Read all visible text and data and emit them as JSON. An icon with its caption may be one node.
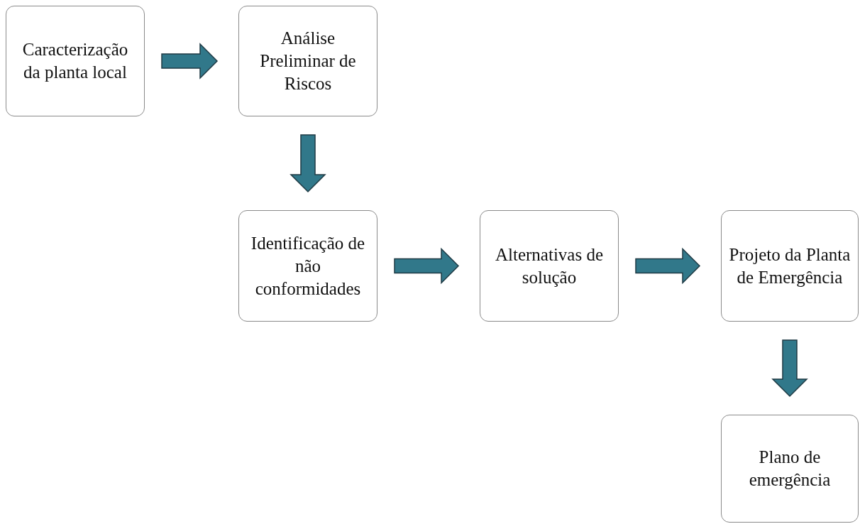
{
  "diagram": {
    "nodes": [
      {
        "text": [
          "Caracterização da planta local"
        ]
      },
      {
        "text": [
          "Análise Preliminar de Riscos"
        ]
      },
      {
        "text": [
          "Identificação de não conformidades"
        ]
      },
      {
        "text": [
          "Alternativas de solução"
        ]
      },
      {
        "text": [
          "Projeto da Planta de Emergência"
        ]
      },
      {
        "text": [
          "Plano de emergência"
        ]
      }
    ],
    "edges": [
      {
        "from": 0,
        "to": 1,
        "arrow": "to"
      },
      {
        "from": 1,
        "to": 2,
        "arrow": "to"
      },
      {
        "from": 2,
        "to": 3,
        "arrow": "to"
      },
      {
        "from": 3,
        "to": 4,
        "arrow": "to"
      },
      {
        "from": 4,
        "to": 5,
        "arrow": "to"
      }
    ]
  }
}
